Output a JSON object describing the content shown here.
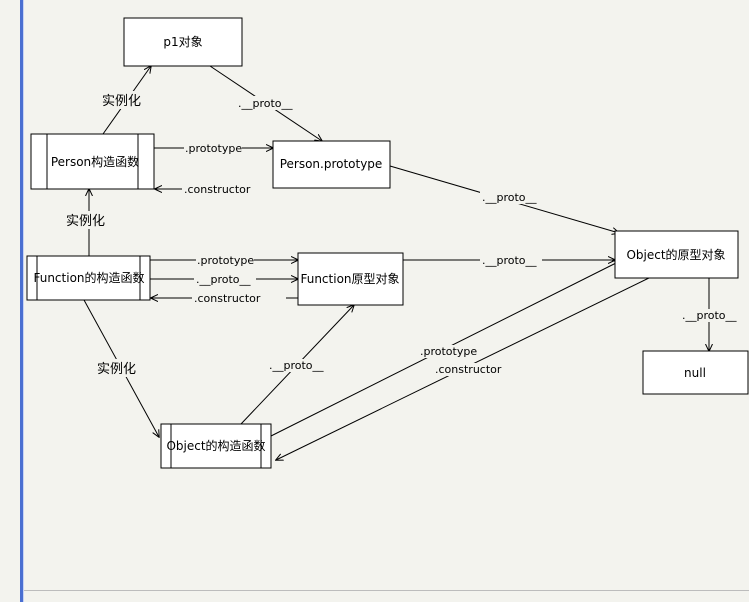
{
  "nodes": {
    "p1": "p1对象",
    "person_ctor": "Person构造函数",
    "person_proto": "Person.prototype",
    "function_ctor": "Function的构造函数",
    "function_proto": "Function原型对象",
    "object_proto": "Object的原型对象",
    "object_ctor": "Object的构造函数",
    "null_node": "null"
  },
  "edge_labels": {
    "instance_of_person": "实例化",
    "instance_of_function_person": "实例化",
    "instance_of_function_object": "实例化",
    "p1_proto": ".__proto__",
    "person_prototype": ".prototype",
    "person_constructor": ".constructor",
    "person_proto_proto": ".__proto__",
    "function_prototype": ".prototype",
    "function_self_proto": ".__proto__",
    "function_constructor": ".constructor",
    "function_proto_proto": ".__proto__",
    "object_ctor_proto": ".__proto__",
    "object_prototype": ".prototype",
    "object_constructor": ".constructor",
    "object_proto_proto": ".__proto__"
  }
}
